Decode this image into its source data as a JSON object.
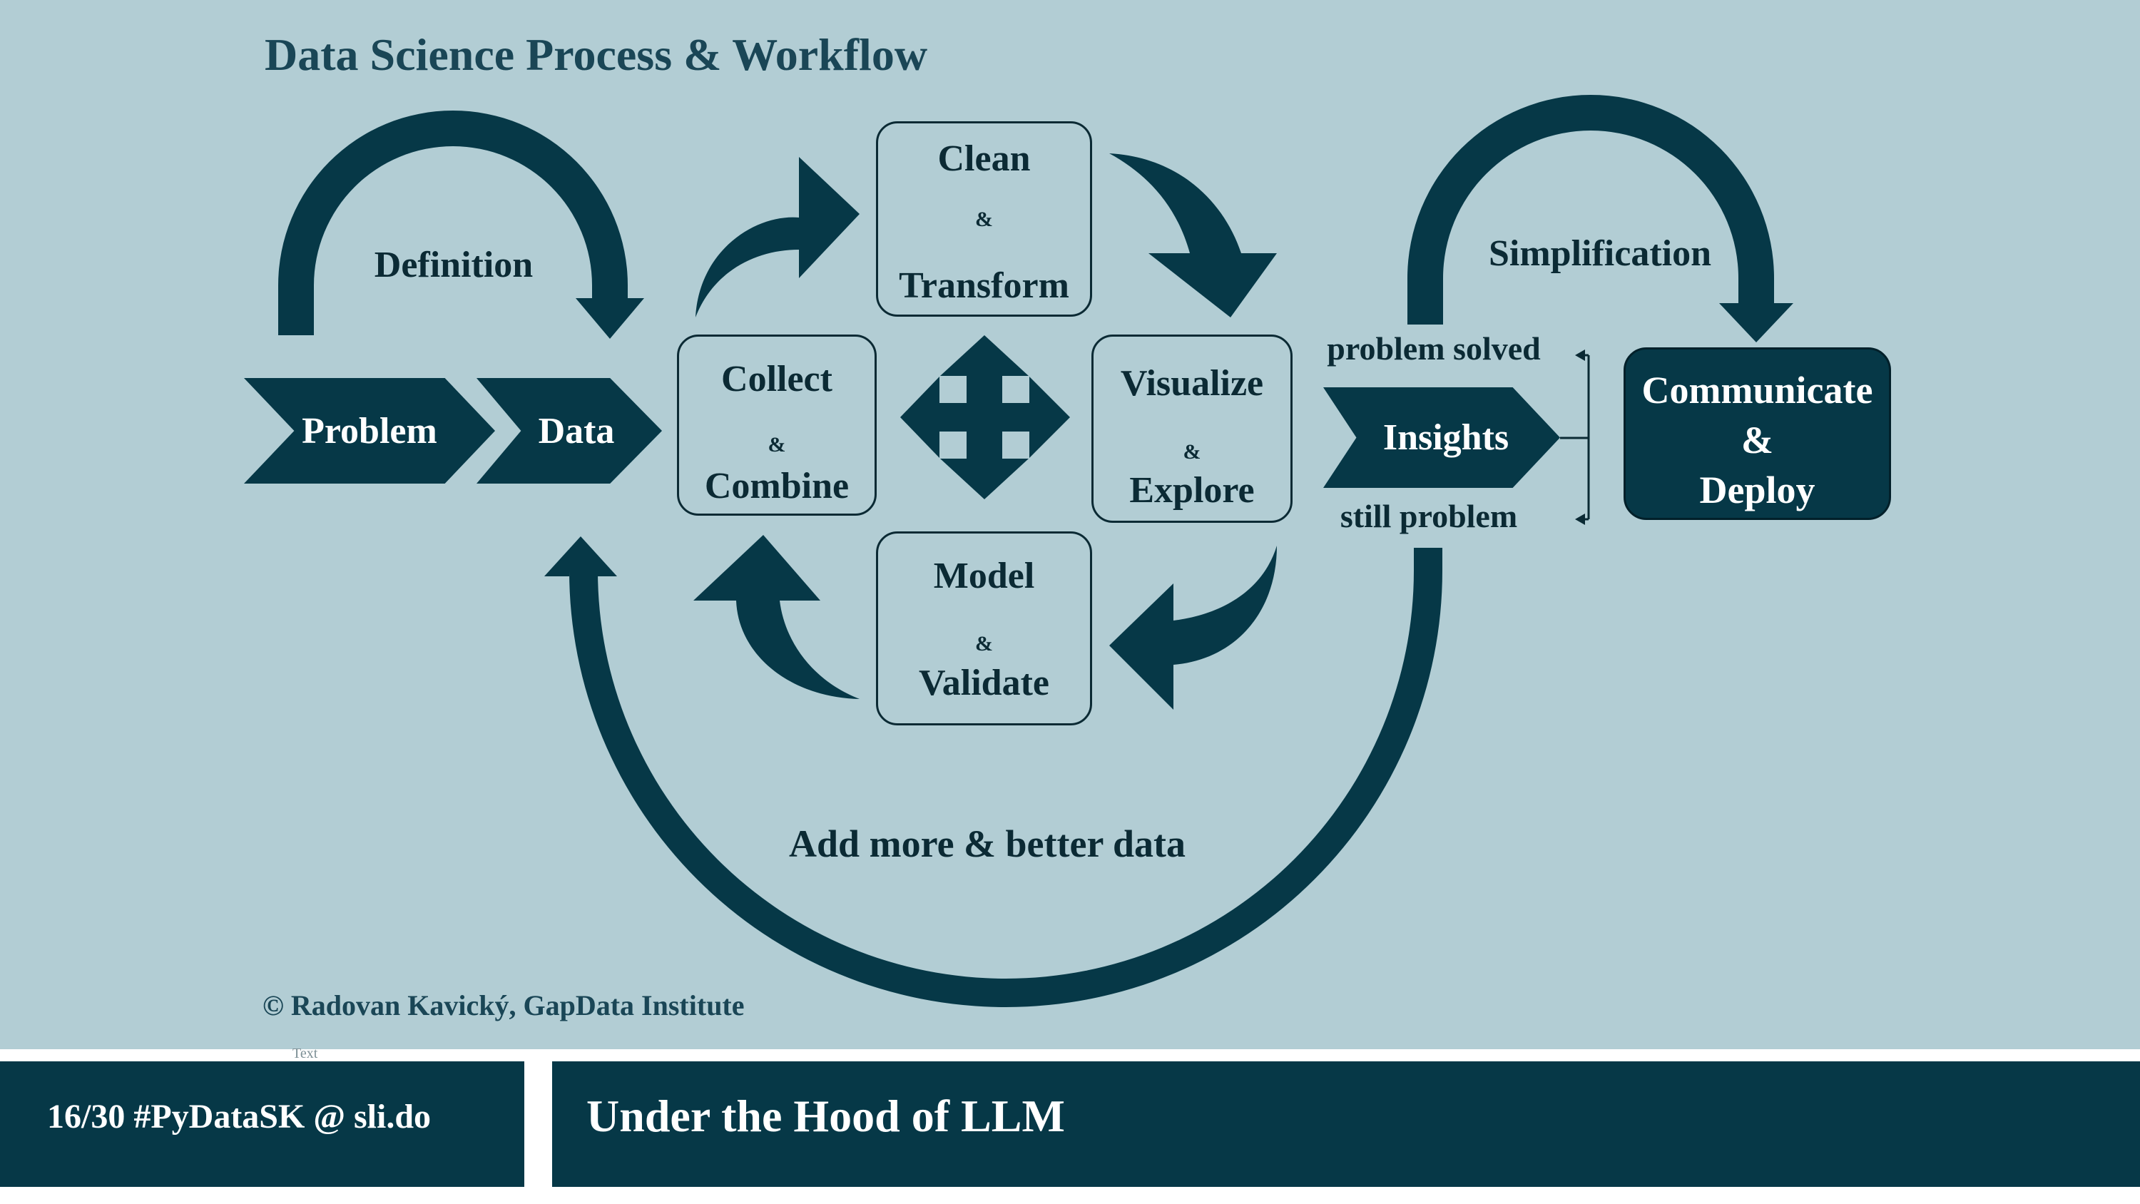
{
  "colors": {
    "background": "#b2cdd4",
    "dark": "#063847",
    "text": "#0b2a34"
  },
  "slide": {
    "title": "Data Science Process & Workflow",
    "copyright": "© Radovan Kavický, GapData Institute",
    "placeholder": "Text"
  },
  "diagram": {
    "definition": "Definition",
    "simplification": "Simplification",
    "problem": "Problem",
    "data": "Data",
    "insights": "Insights",
    "problem_solved": "problem solved",
    "still_problem": "still problem",
    "add_more": "Add more & better data",
    "amp": "&",
    "collect": {
      "line1": "Collect",
      "line2": "Combine"
    },
    "clean": {
      "line1": "Clean",
      "line2": "Transform"
    },
    "visualize": {
      "line1": "Visualize",
      "line2": "Explore"
    },
    "model": {
      "line1": "Model",
      "line2": "Validate"
    },
    "communicate": {
      "line1": "Communicate",
      "line2": "&",
      "line3": "Deploy"
    }
  },
  "footer": {
    "left": "16/30  #PyDataSK @ sli.do",
    "right": "Under the Hood of  LLM"
  }
}
